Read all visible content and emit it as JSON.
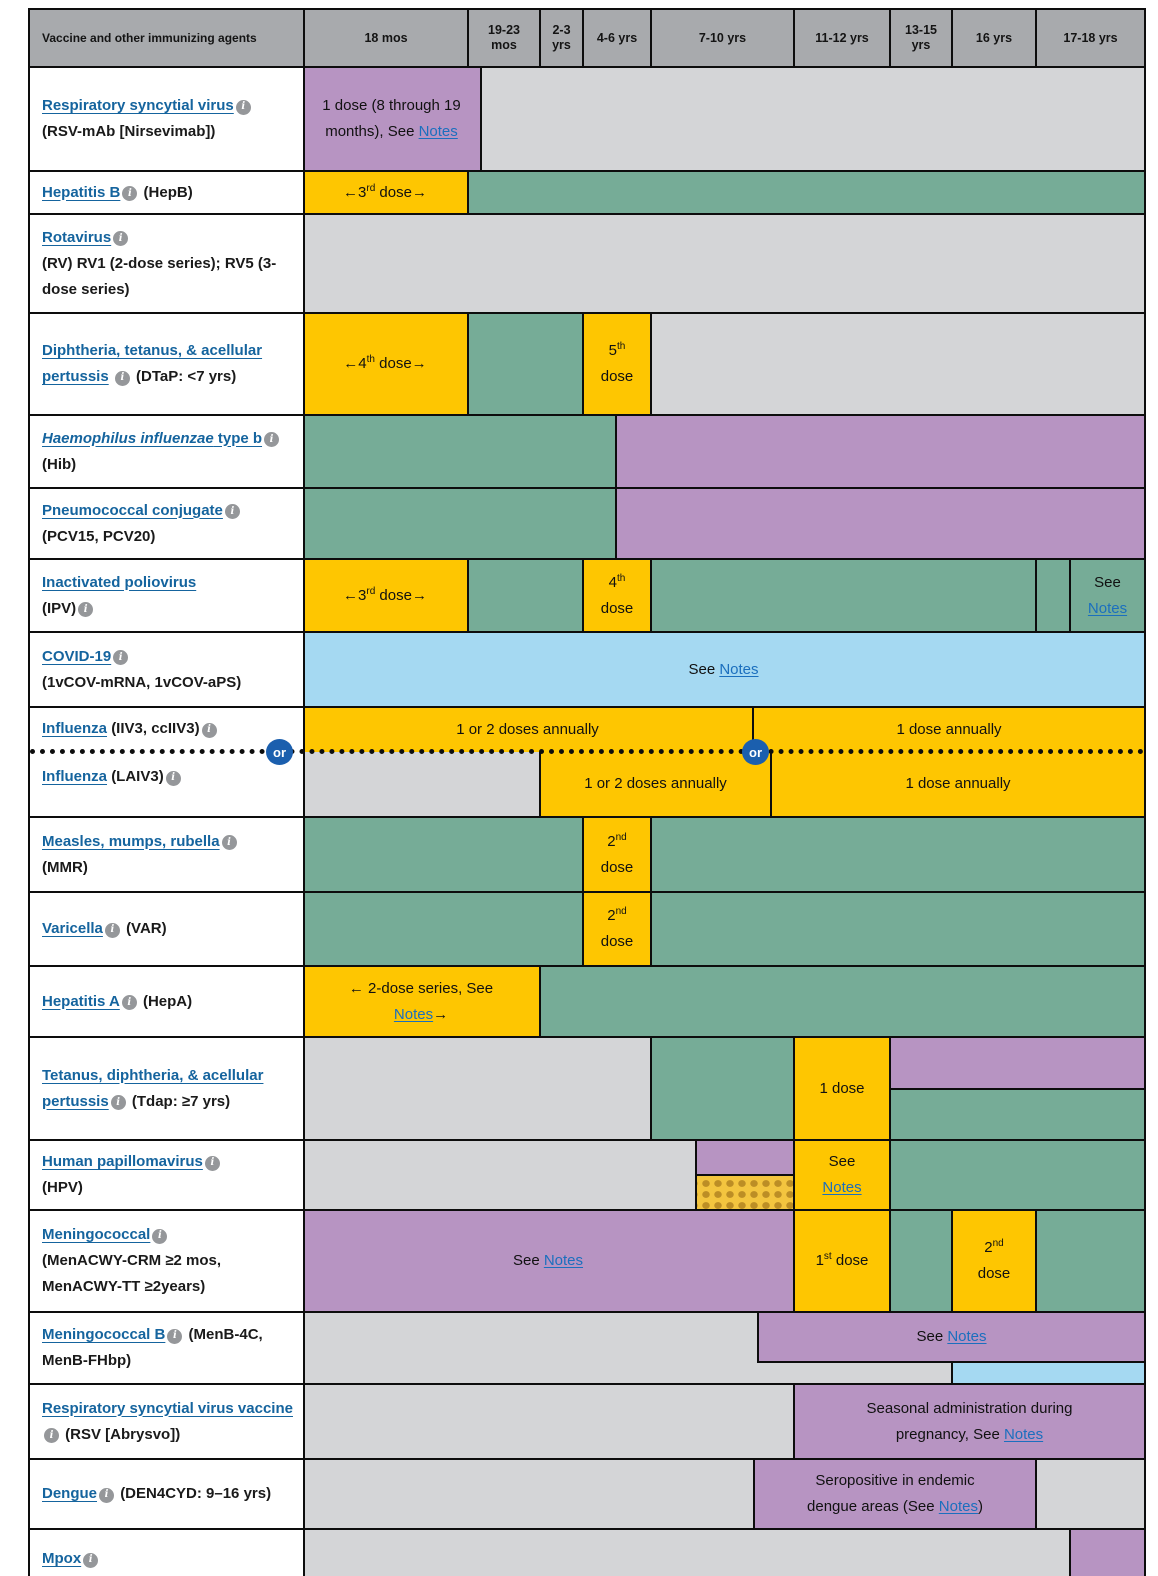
{
  "header": {
    "col0": "Vaccine and other immunizing agents",
    "cols": [
      "18 mos",
      "19-23\nmos",
      "2-3\nyrs",
      "4-6 yrs",
      "7-10 yrs",
      "11-12 yrs",
      "13-15\nyrs",
      "16 yrs",
      "17-18 yrs"
    ]
  },
  "colors": {
    "recommended_yellow": "#FEC601",
    "catchup_green": "#76AC97",
    "highrisk_purple": "#B794C2",
    "no_recommendation_gray": "#D4D5D7",
    "shared_decision_blue": "#A5D9F2",
    "header_gray": "#A8AAAD",
    "or_badge_blue": "#1B5FAE",
    "vaccine_link_blue": "#15649E",
    "notes_link_blue": "#1B6FBE"
  },
  "rows": {
    "rsv_mab": {
      "link": "Respiratory syncytial virus",
      "rest": "(RSV-mAb [Nirsevimab])",
      "cell": {
        "pre": "1 dose (8 through 19 months), See ",
        "notes": "Notes"
      }
    },
    "hepb": {
      "link": "Hepatitis B",
      "rest": "(HepB)",
      "cell": {
        "pre": "←3",
        "sup": "rd",
        "post": " dose→"
      }
    },
    "rota": {
      "link": "Rotavirus",
      "rest": "(RV) RV1 (2-dose series); RV5 (3-dose series)"
    },
    "dtap": {
      "link": "Diphtheria, tetanus, & acellular pertussis",
      "rest": "(DTaP: <7 yrs)",
      "c1": {
        "pre": "←4",
        "sup": "th",
        "post": " dose→"
      },
      "c2": {
        "num": "5",
        "sup": "th",
        "word": "dose"
      }
    },
    "hib": {
      "link_italic": "Haemophilus influenzae",
      "link_tail": " type b",
      "rest": "(Hib)"
    },
    "pcv": {
      "link": "Pneumococcal conjugate",
      "rest": "(PCV15, PCV20)"
    },
    "ipv": {
      "link": "Inactivated poliovirus",
      "rest": "(IPV)",
      "c1": {
        "pre": "←3",
        "sup": "rd",
        "post": " dose→"
      },
      "c2": {
        "num": "4",
        "sup": "th",
        "word": "dose"
      },
      "c3": {
        "see": "See",
        "notes": "Notes"
      }
    },
    "covid": {
      "link": "COVID-19",
      "rest": "(1vCOV-mRNA, 1vCOV-aPS)",
      "cell": {
        "see": "See ",
        "notes": "Notes"
      }
    },
    "flu_iiv3": {
      "link": "Influenza",
      "rest": "(IIV3, ccIIV3)",
      "left": "1 or 2 doses annually",
      "right": "1 dose annually"
    },
    "flu_laiv3": {
      "link": "Influenza",
      "rest": "(LAIV3)",
      "left": "1 or 2 doses annually",
      "right": "1 dose annually"
    },
    "or_label": "or",
    "mmr": {
      "link": "Measles, mumps, rubella",
      "rest": "(MMR)",
      "cell": {
        "num": "2",
        "sup": "nd",
        "word": "dose"
      }
    },
    "var": {
      "link": "Varicella",
      "rest": "(VAR)",
      "cell": {
        "num": "2",
        "sup": "nd",
        "word": "dose"
      }
    },
    "hepa": {
      "link": "Hepatitis A",
      "rest": "(HepA)",
      "cell": {
        "line1": "← 2-dose series, See",
        "notes": "Notes",
        "arrow": "→"
      }
    },
    "tdap": {
      "link": "Tetanus, diphtheria, & acellular pertussis",
      "rest": "(Tdap: ≥7 yrs)",
      "cell": "1 dose"
    },
    "hpv": {
      "link": "Human papillomavirus",
      "rest": "(HPV)",
      "cell": {
        "see": "See",
        "notes": "Notes"
      }
    },
    "menacwy": {
      "link": "Meningococcal",
      "rest": "(MenACWY-CRM ≥2 mos, MenACWY-TT ≥2years)",
      "see": {
        "pre": "See ",
        "notes": "Notes"
      },
      "d1": {
        "num": "1",
        "sup": "st",
        "post": " dose"
      },
      "d2": {
        "num": "2",
        "sup": "nd",
        "word": "dose"
      }
    },
    "menb": {
      "link": "Meningococcal B",
      "rest": "(MenB-4C, MenB-FHbp)",
      "cell": {
        "pre": "See ",
        "notes": "Notes"
      }
    },
    "rsvvax": {
      "link": "Respiratory syncytial virus vaccine",
      "rest": "(RSV [Abrysvo])",
      "cell": {
        "line1": "Seasonal administration during",
        "line2": "pregnancy, See ",
        "notes": "Notes"
      }
    },
    "dengue": {
      "link": "Dengue",
      "rest": "(DEN4CYD: 9–16 yrs)",
      "cell": {
        "line1": "Seropositive in endemic",
        "line2": "dengue areas (See ",
        "notes": "Notes",
        "close": ")"
      }
    },
    "mpox": {
      "link": "Mpox"
    }
  }
}
